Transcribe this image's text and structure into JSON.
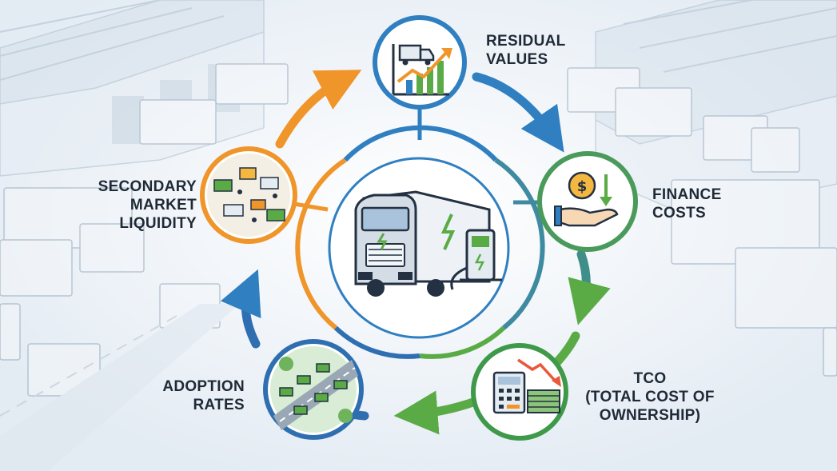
{
  "diagram": {
    "hub": {
      "icon": "electric-truck-charging-icon"
    },
    "nodes": [
      {
        "id": "residual-values",
        "lines": [
          "RESIDUAL",
          "VALUES"
        ],
        "icon": "truck-rising-chart-icon",
        "color": "#2f7fc1"
      },
      {
        "id": "finance-costs",
        "lines": [
          "FINANCE",
          "COSTS"
        ],
        "icon": "coin-hand-icon",
        "color": "#4a9a5b"
      },
      {
        "id": "tco",
        "lines": [
          "TCO",
          "(TOTAL COST OF",
          "OWNERSHIP)"
        ],
        "icon": "calculator-money-icon",
        "color": "#3e9a4a"
      },
      {
        "id": "adoption-rates",
        "lines": [
          "ADOPTION",
          "RATES"
        ],
        "icon": "highway-trucks-icon",
        "color": "#2f6fb1"
      },
      {
        "id": "secondary-market-liquidity",
        "lines": [
          "SECONDARY",
          "MARKET",
          "LIQUIDITY"
        ],
        "icon": "marketplace-icon",
        "color": "#f0952a"
      }
    ],
    "colors": {
      "blue": "#2f7fc1",
      "green": "#5aab46",
      "orange": "#f0952a",
      "dark": "#1f2a36"
    }
  }
}
